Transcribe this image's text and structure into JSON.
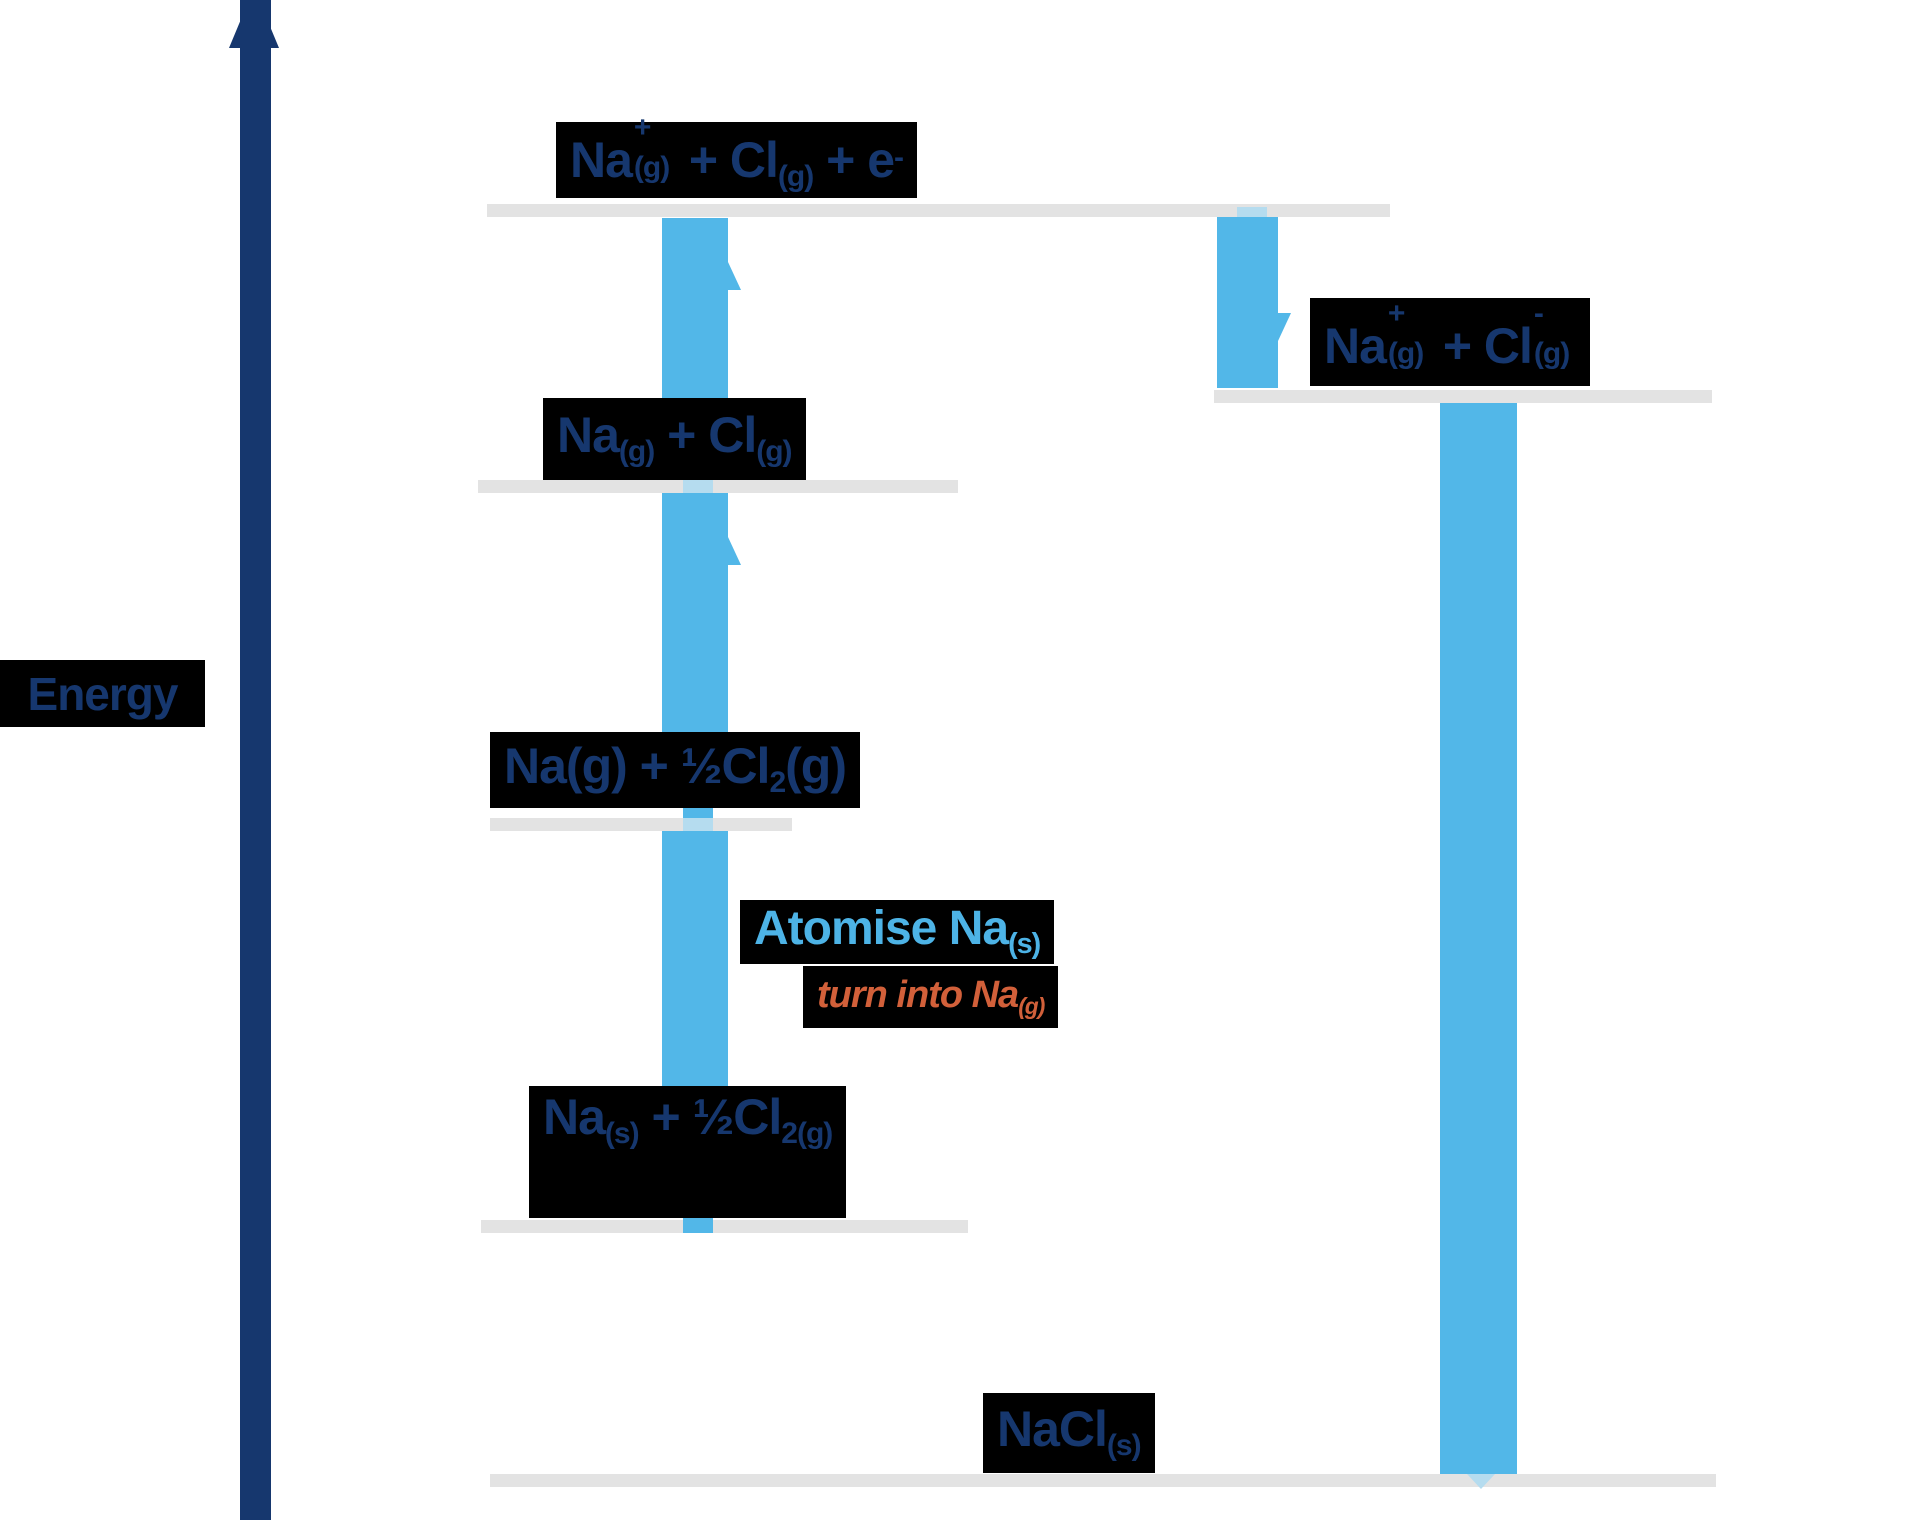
{
  "colors": {
    "navy_text": "#16376e",
    "arrow_blue": "#52b7e8",
    "arrow_blue_light": "#b5dcef",
    "level_line_gray": "#e3e3e3",
    "label_box_black": "#000000",
    "atomise_blue": "#4db3e6",
    "annotation_orange": "#d2603a",
    "background": "#ffffff"
  },
  "axis": {
    "label": "Energy"
  },
  "levels": {
    "gas_ions_electron": {
      "segments": [
        {
          "text": "Na"
        },
        {
          "stack": {
            "sup": "+",
            "sub": "(g)"
          }
        },
        {
          "text": " + Cl"
        },
        {
          "sub": "(g)"
        },
        {
          "text": " + e"
        },
        {
          "sup": "-"
        }
      ]
    },
    "ion_pair": {
      "segments": [
        {
          "text": "Na"
        },
        {
          "stack": {
            "sup": "+",
            "sub": "(g)"
          }
        },
        {
          "text": " + Cl"
        },
        {
          "stack": {
            "sup": "-",
            "sub": "(g)"
          }
        }
      ]
    },
    "gas_atoms": {
      "segments": [
        {
          "text": "Na"
        },
        {
          "sub": "(g)"
        },
        {
          "text": " + Cl"
        },
        {
          "sub": "(g)"
        }
      ]
    },
    "na_gas_half_cl2": {
      "segments": [
        {
          "text": "Na(g) + ½Cl"
        },
        {
          "sub": "2"
        },
        {
          "text": "(g)"
        }
      ]
    },
    "na_solid_half_cl2": {
      "segments": [
        {
          "text": "Na"
        },
        {
          "sub": "(s)"
        },
        {
          "text": " + ½Cl"
        },
        {
          "sub": "2(g)"
        }
      ]
    },
    "nacl_solid": {
      "segments": [
        {
          "text": "NaCl"
        },
        {
          "sub": "(s)"
        }
      ]
    }
  },
  "annotations": {
    "atomise": {
      "segments": [
        {
          "text": "Atomise Na"
        },
        {
          "sub": "(s)"
        }
      ]
    },
    "turn_into": {
      "segments": [
        {
          "text": "turn into Na"
        },
        {
          "sub": "(g)"
        }
      ]
    }
  }
}
